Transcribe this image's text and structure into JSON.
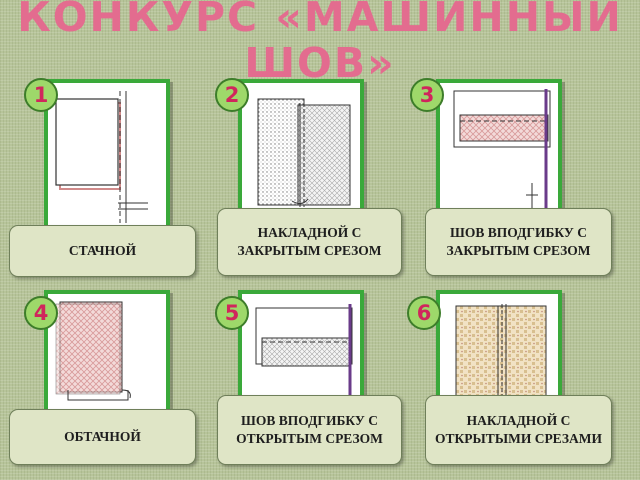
{
  "title": {
    "line1": "КОНКУРС «МАШИННЫЙ",
    "line2": "ШОВ»"
  },
  "colors": {
    "title": "#e36c8f",
    "frame": "#3aa93a",
    "badge_fill": "#9ed86a",
    "badge_text": "#d0265c",
    "label_bg": "#dfe5c6"
  },
  "cards": [
    {
      "number": "1",
      "label": "СТАЧНОЙ"
    },
    {
      "number": "2",
      "label": "НАКЛАДНОЙ С ЗАКРЫТЫМ СРЕЗОМ"
    },
    {
      "number": "3",
      "label": "ШОВ ВПОДГИБКУ С ЗАКРЫТЫМ СРЕЗОМ"
    },
    {
      "number": "4",
      "label": "ОБТАЧНОЙ"
    },
    {
      "number": "5",
      "label": "ШОВ ВПОДГИБКУ С ОТКРЫТЫМ СРЕЗОМ"
    },
    {
      "number": "6",
      "label": "НАКЛАДНОЙ С ОТКРЫТЫМИ СРЕЗАМИ"
    }
  ]
}
